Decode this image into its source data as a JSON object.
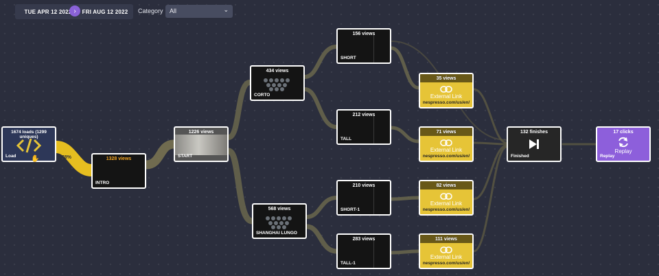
{
  "dates": {
    "start": "TUE APR 12 2022",
    "end": "FRI AUG 12 2022"
  },
  "category": {
    "label": "Category",
    "value": "All"
  },
  "flow_percent": "28%",
  "nodes": {
    "load": {
      "count": "1674 loads (1299 uniques)",
      "label": "Load"
    },
    "intro": {
      "count": "1328 views",
      "label": "INTRO"
    },
    "start": {
      "count": "1226 views",
      "label": "START"
    },
    "corto": {
      "count": "434 views",
      "label": "CORTO"
    },
    "shanghai": {
      "count": "568 views",
      "label": "SHANGHAI LUNGO"
    },
    "short": {
      "count": "156 views",
      "label": "SHORT"
    },
    "tall": {
      "count": "212 views",
      "label": "TALL"
    },
    "short1": {
      "count": "210 views",
      "label": "SHORT-1"
    },
    "tall1": {
      "count": "283 views",
      "label": "TALL-1"
    },
    "link1": {
      "count": "35 views",
      "title": "External Link",
      "url": "nespresso.com/us/en/"
    },
    "link2": {
      "count": "71 views",
      "title": "External Link",
      "url": "nespresso.com/us/en/"
    },
    "link3": {
      "count": "82 views",
      "title": "External Link",
      "url": "nespresso.com/us/en/"
    },
    "link4": {
      "count": "111 views",
      "title": "External Link",
      "url": "nespresso.com/us/en/"
    },
    "finished": {
      "count": "132 finishes",
      "label": "Finished"
    },
    "replay": {
      "count": "17 clicks",
      "title": "Replay",
      "label": "Replay"
    }
  },
  "colors": {
    "flow": "#6e6a4e",
    "flow_hot": "#f0c61f",
    "accent": "#8a62d8",
    "link": "#e6c437"
  },
  "icons": {
    "code": "code-icon",
    "link": "link-icon",
    "finish": "skip-end-icon",
    "replay": "replay-icon",
    "arrow": "arrow-right-icon",
    "chevron": "chevron-down-icon"
  }
}
